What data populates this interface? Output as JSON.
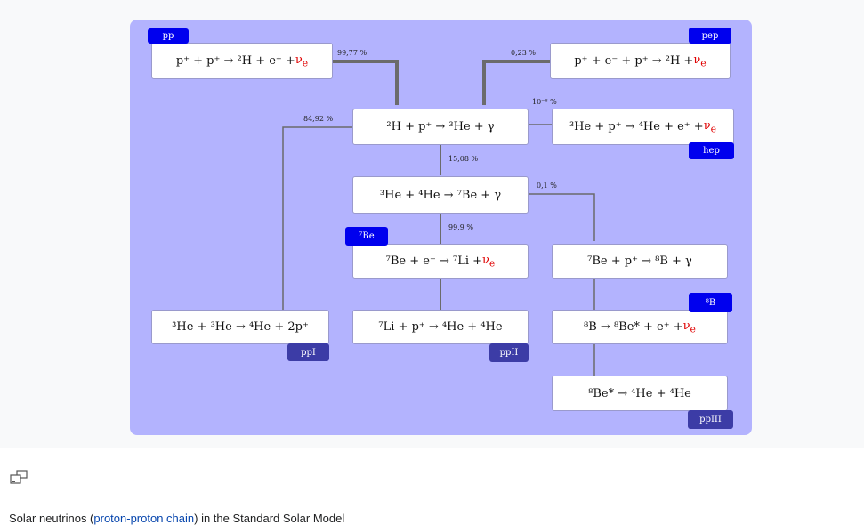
{
  "diagram": {
    "reactions": {
      "pp": [
        "p⁺ + p⁺ → ²H + e⁺ + ",
        "ν",
        "e"
      ],
      "pep": [
        "p⁺ + e⁻ + p⁺ → ²H + ",
        "ν",
        "e"
      ],
      "deut": "²H + p⁺ → ³He + γ",
      "hep": [
        "³He + p⁺ → ⁴He + e⁺ + ",
        "ν",
        "e"
      ],
      "he3he4": "³He + ⁴He → ⁷Be + γ",
      "be7ec": [
        "⁷Be + e⁻ → ⁷Li + ",
        "ν",
        "e"
      ],
      "be7p": "⁷Be + p⁺ → ⁸B + γ",
      "he3he3": "³He + ³He → ⁴He + 2p⁺",
      "li7": "⁷Li + p⁺ → ⁴He + ⁴He",
      "b8": [
        "⁸B → ⁸Be* + e⁺ + ",
        "ν",
        "e"
      ],
      "be8": "⁸Be* → ⁴He + ⁴He"
    },
    "tags": {
      "pp": "pp",
      "pep": "pep",
      "hep": "hep",
      "be7": "⁷Be",
      "b8": "⁸B",
      "ppI": "ppI",
      "ppII": "ppII",
      "ppIII": "ppIII"
    },
    "percentages": {
      "pp": "99,77 %",
      "pep": "0,23 %",
      "hep": "10⁻⁸ %",
      "ppI": "84,92 %",
      "he4": "15,08 %",
      "ppIII": "0,1 %",
      "ppII": "99,9 %"
    },
    "colors": {
      "background": "#b3b3fe",
      "tag_bright": "#0000ee",
      "tag_dark": "#3c3ca6",
      "neutrino": "#e00000"
    }
  },
  "caption": {
    "before": "Solar neutrinos (",
    "link": "proton-proton chain",
    "after": ") in the Standard Solar Model"
  },
  "icons": {
    "magnify": "magnify-clip-icon"
  }
}
